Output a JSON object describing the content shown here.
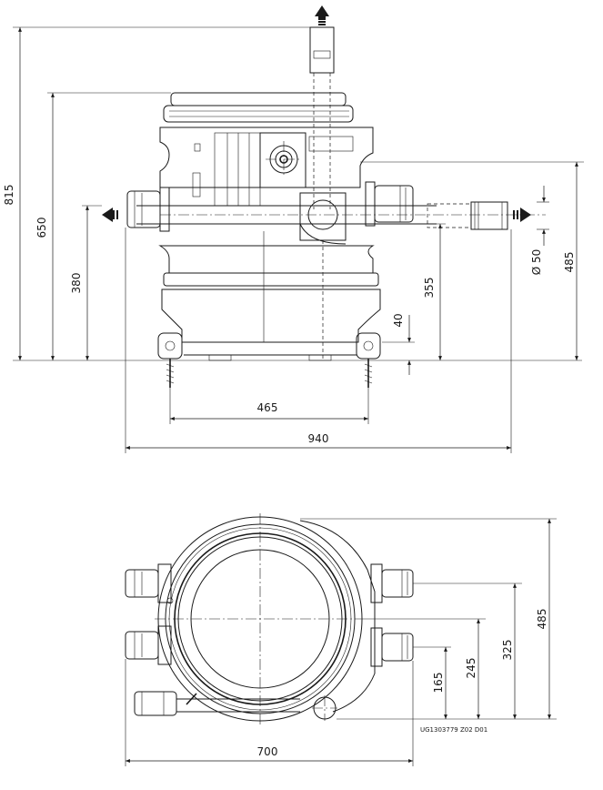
{
  "side_view": {
    "dim_total_height": "815",
    "dim_body_height": "650",
    "dim_inlet_height": "380",
    "dim_outlet_height": "355",
    "dim_foot_height": "40",
    "dim_pipe_diameter": "Ø 50",
    "dim_right_height": "485",
    "dim_foot_spacing": "465",
    "dim_total_width": "940"
  },
  "top_view": {
    "dim_right_485": "485",
    "dim_325": "325",
    "dim_245": "245",
    "dim_165": "165",
    "dim_width": "700"
  },
  "drawing_code": "UG1303779  Z02  D01",
  "colors": {
    "line": "#1a1a1a",
    "background": "#ffffff"
  }
}
